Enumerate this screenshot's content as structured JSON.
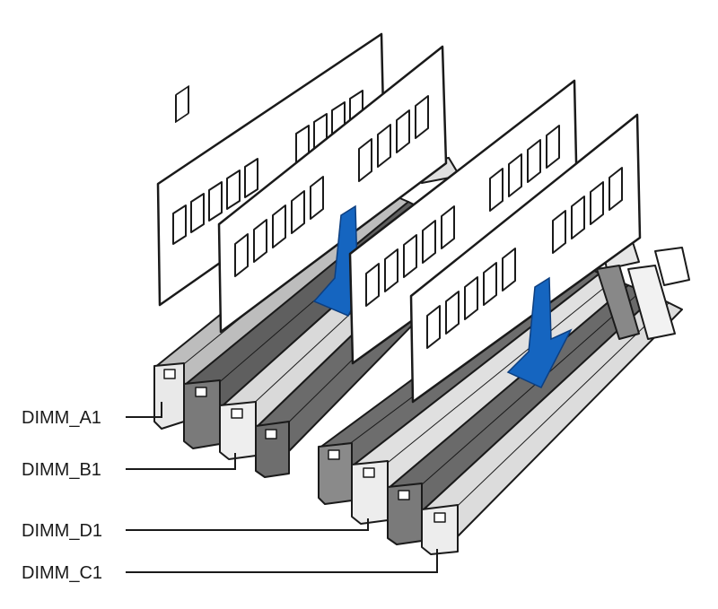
{
  "labels": {
    "dimm_a1": "DIMM_A1",
    "dimm_b1": "DIMM_B1",
    "dimm_d1": "DIMM_D1",
    "dimm_c1": "DIMM_C1"
  },
  "colors": {
    "outline": "#1a1a1a",
    "module": "#ffffff",
    "slot_dark": "#6a6a6a",
    "slot_mid": "#9a9a9a",
    "slot_light": "#e6e6e6",
    "latch_dark": "#7a7a7a",
    "latch_light": "#e9e9e9",
    "arrow": "#1565c0"
  },
  "icons": {
    "insert_arrow": "down-arrow-icon"
  }
}
